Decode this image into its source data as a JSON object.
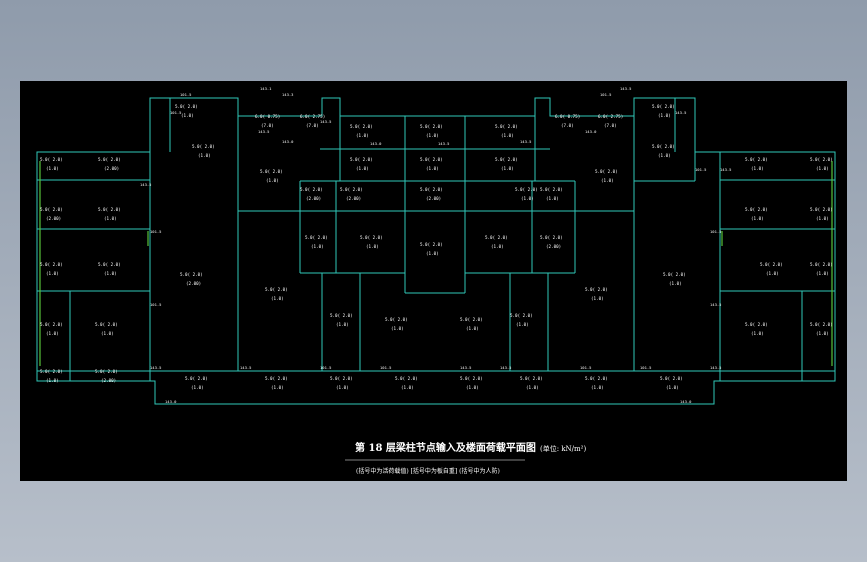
{
  "title": "第 18 层梁柱节点输入及楼面荷载平面图",
  "unit": "(单位: kN/m²)",
  "subtitle": "(括号中为活荷载值) [括号中为板自重] (括号中为人防)",
  "colors": {
    "background": "#000000",
    "walls": "#2fc7b8",
    "beams": "#58c23a",
    "text": "#ffffff"
  },
  "room_labels": [
    {
      "main": "5.0( 2.0)",
      "sub": "(1.0)"
    },
    {
      "main": "6.0( 0.75)",
      "sub": "(7.0)"
    },
    {
      "main": "6.0( 2.75)",
      "sub": "(7.0)"
    },
    {
      "main": "5.0( 2.0)",
      "sub": "(1.0)"
    },
    {
      "main": "5.0( 2.0)",
      "sub": "(1.0)"
    },
    {
      "main": "5.0( 2.0)",
      "sub": "(1.0)"
    },
    {
      "main": "6.0( 0.75)",
      "sub": "(7.0)"
    },
    {
      "main": "6.0( 2.75)",
      "sub": "(7.0)"
    },
    {
      "main": "5.0( 2.0)",
      "sub": "(1.0)"
    },
    {
      "main": "5.0( 2.0)",
      "sub": "(1.0)"
    },
    {
      "main": "5.0( 2.0)",
      "sub": "(1.0)"
    },
    {
      "main": "5.0( 2.0)",
      "sub": "(1.0)"
    },
    {
      "main": "5.0( 2.0)",
      "sub": "(1.0)"
    },
    {
      "main": "5.0( 2.0)",
      "sub": "(1.0)"
    },
    {
      "main": "5.0( 2.0)",
      "sub": "(1.0)"
    },
    {
      "main": "5.0( 2.0)",
      "sub": "(1.0)"
    },
    {
      "main": "5.0( 2.0)",
      "sub": "(2.00)"
    },
    {
      "main": "5.0( 2.0)",
      "sub": "(2.00)"
    },
    {
      "main": "5.0( 2.0)",
      "sub": "(2.00)"
    },
    {
      "main": "5.0( 2.0)",
      "sub": "(1.0)"
    },
    {
      "main": "5.0( 2.0)",
      "sub": "(1.0)"
    },
    {
      "main": "5.0( 2.0)",
      "sub": "(1.0)"
    },
    {
      "main": "5.0( 2.0)",
      "sub": "(1.0)"
    },
    {
      "main": "5.0( 2.0)",
      "sub": "(1.0)"
    },
    {
      "main": "5.0( 2.0)",
      "sub": "(1.0)"
    },
    {
      "main": "5.0( 2.0)",
      "sub": "(2.00)"
    },
    {
      "main": "5.0( 2.0)",
      "sub": "(2.00)"
    },
    {
      "main": "5.0( 2.0)",
      "sub": "(1.0)"
    },
    {
      "main": "5.0( 2.0)",
      "sub": "(1.0)"
    },
    {
      "main": "5.0( 2.0)",
      "sub": "(1.0)"
    },
    {
      "main": "5.0( 2.0)",
      "sub": "(2.00)"
    },
    {
      "main": "5.0( 2.0)",
      "sub": "(1.0)"
    },
    {
      "main": "5.0( 2.0)",
      "sub": "(1.0)"
    },
    {
      "main": "5.0( 2.0)",
      "sub": "(1.0)"
    },
    {
      "main": "5.0( 2.0)",
      "sub": "(1.0)"
    },
    {
      "main": "5.0( 2.0)",
      "sub": "(2.00)"
    },
    {
      "main": "5.0( 2.0)",
      "sub": "(2.00)"
    },
    {
      "main": "5.0( 2.0)",
      "sub": "(1.0)"
    },
    {
      "main": "5.0( 2.0)",
      "sub": "(1.0)"
    },
    {
      "main": "5.0( 2.0)",
      "sub": "(1.0)"
    },
    {
      "main": "5.0( 2.0)",
      "sub": "(1.0)"
    },
    {
      "main": "5.0( 2.0)",
      "sub": "(1.0)"
    },
    {
      "main": "5.0( 2.0)",
      "sub": "(1.0)"
    },
    {
      "main": "5.0( 2.0)",
      "sub": "(1.0)"
    },
    {
      "main": "5.0( 2.0)",
      "sub": "(1.0)"
    },
    {
      "main": "5.0( 2.0)",
      "sub": "(1.0)"
    },
    {
      "main": "5.0( 2.0)",
      "sub": "(1.0)"
    },
    {
      "main": "5.0( 2.0)",
      "sub": "(1.0)"
    },
    {
      "main": "5.0( 2.0)",
      "sub": "(1.0)"
    },
    {
      "main": "5.0( 2.0)",
      "sub": "(1.0)"
    },
    {
      "main": "5.0( 2.0)",
      "sub": "(1.0)"
    },
    {
      "main": "5.0( 2.0)",
      "sub": "(1.0)"
    },
    {
      "main": "5.0( 2.0)",
      "sub": "(1.0)"
    },
    {
      "main": "5.0( 2.0)",
      "sub": "(1.0)"
    },
    {
      "main": "5.0( 2.0)",
      "sub": "(1.0)"
    },
    {
      "main": "5.0( 2.0)",
      "sub": "(1.0)"
    },
    {
      "main": "5.0( 2.0)",
      "sub": "(1.0)"
    },
    {
      "main": "5.0( 2.0)",
      "sub": "(1.0)"
    },
    {
      "main": "5.0( 2.0)",
      "sub": "(1.0)"
    },
    {
      "main": "5.0( 2.0)",
      "sub": "(1.0)"
    }
  ],
  "beam_labels": [
    "101.5",
    "143.1",
    "143.3",
    "143.5",
    "101.5",
    "143.5",
    "143.0",
    "143.0",
    "143.5",
    "143.5",
    "143.0",
    "143.5",
    "101.5",
    "143.5",
    "143.5",
    "143.5",
    "101.5",
    "101.5",
    "101.5",
    "101.5",
    "143.5",
    "143.5",
    "143.5",
    "143.5",
    "101.5",
    "101.5",
    "143.5",
    "143.5",
    "101.5",
    "101.5",
    "143.0",
    "143.0"
  ]
}
